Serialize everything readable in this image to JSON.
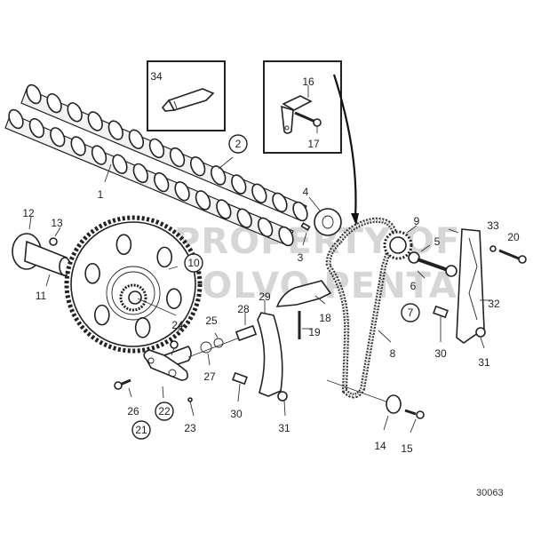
{
  "diagram": {
    "title": "Timing gear and chain exploded view",
    "watermark": [
      "PROPERTY OF",
      "VOLVO PENTA"
    ],
    "reference_number": "30063",
    "part_labels": [
      {
        "id": "1",
        "circled": false
      },
      {
        "id": "2",
        "circled": true
      },
      {
        "id": "3",
        "circled": false
      },
      {
        "id": "4",
        "circled": false
      },
      {
        "id": "5",
        "circled": false
      },
      {
        "id": "6",
        "circled": false
      },
      {
        "id": "7",
        "circled": true
      },
      {
        "id": "8",
        "circled": false
      },
      {
        "id": "9",
        "circled": false
      },
      {
        "id": "10",
        "circled": true
      },
      {
        "id": "11",
        "circled": false
      },
      {
        "id": "12",
        "circled": false
      },
      {
        "id": "13",
        "circled": false
      },
      {
        "id": "14",
        "circled": false
      },
      {
        "id": "15",
        "circled": false
      },
      {
        "id": "16",
        "circled": false
      },
      {
        "id": "17",
        "circled": false
      },
      {
        "id": "18",
        "circled": false
      },
      {
        "id": "19",
        "circled": false
      },
      {
        "id": "20",
        "circled": false
      },
      {
        "id": "21",
        "circled": true
      },
      {
        "id": "22",
        "circled": true
      },
      {
        "id": "23",
        "circled": false
      },
      {
        "id": "24",
        "circled": false
      },
      {
        "id": "25",
        "circled": false
      },
      {
        "id": "26",
        "circled": false
      },
      {
        "id": "27",
        "circled": false
      },
      {
        "id": "28",
        "circled": false
      },
      {
        "id": "29",
        "circled": false
      },
      {
        "id": "30",
        "circled": false
      },
      {
        "id": "30b",
        "text": "30",
        "circled": false
      },
      {
        "id": "31",
        "circled": false
      },
      {
        "id": "31b",
        "text": "31",
        "circled": false
      },
      {
        "id": "32",
        "circled": false
      },
      {
        "id": "33",
        "circled": false
      },
      {
        "id": "34",
        "circled": false
      }
    ],
    "insets": [
      {
        "name": "sealant-tube-inset",
        "labels": [
          "34"
        ]
      },
      {
        "name": "bracket-inset",
        "labels": [
          "16",
          "17"
        ]
      }
    ]
  }
}
